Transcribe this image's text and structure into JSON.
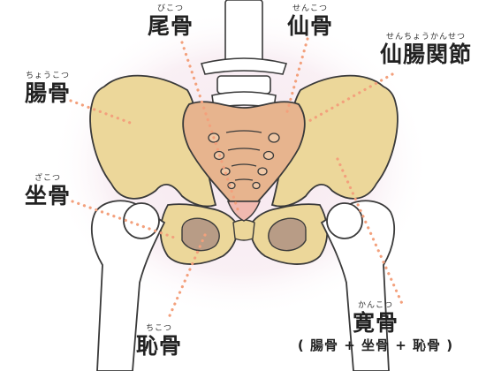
{
  "labels": {
    "coccyx": {
      "ruby": "びこつ",
      "name": "尾骨"
    },
    "sacrum": {
      "ruby": "せんこつ",
      "name": "仙骨"
    },
    "si_joint": {
      "ruby": "せんちょうかんせつ",
      "name": "仙腸関節"
    },
    "ilium": {
      "ruby": "ちょうこつ",
      "name": "腸骨"
    },
    "ischium": {
      "ruby": "ざこつ",
      "name": "坐骨"
    },
    "pubis": {
      "ruby": "ちこつ",
      "name": "恥骨"
    },
    "hip_bone": {
      "ruby": "かんこつ",
      "name": "寛骨",
      "note": "( 腸骨 + 坐骨 + 恥骨 )"
    }
  },
  "colors": {
    "hip_bone": "#ecd79a",
    "sacrum": "#e7b48e",
    "femur": "#ffffff",
    "outline": "#3a3a3a",
    "pointer": "#f3a07c",
    "halo": "#f6e6ee"
  }
}
